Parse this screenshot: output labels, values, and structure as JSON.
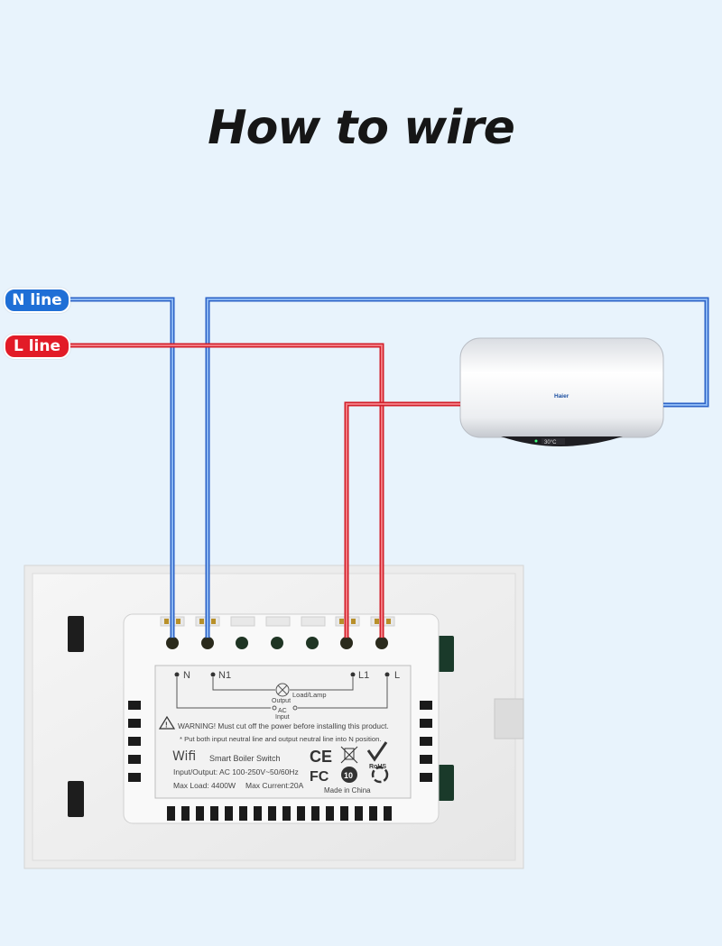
{
  "title": "How to wire",
  "wires": {
    "n_label": "N line",
    "l_label": "L line",
    "n_color": "#3b7fdc",
    "l_color": "#e4323c"
  },
  "heater": {
    "brand": "Haier",
    "display": "30°C"
  },
  "switch": {
    "terminal_n": "N",
    "terminal_n1": "N1",
    "terminal_l1": "L1",
    "terminal_l": "L",
    "load_label": "Load/Lamp",
    "output_label": "Output",
    "ac_label": "AC",
    "input_label": "Input",
    "warning": "WARNING! Must cut off the power before installing this product.",
    "note": "* Put both input neutral line and output neutral line into N position.",
    "wifi": "Wifi",
    "product_name": "Smart Boiler Switch",
    "io_spec": "Input/Output: AC 100-250V~50/60Hz",
    "max_load": "Max Load: 4400W",
    "max_current": "Max Current:20A",
    "made_in": "Made in China",
    "ce": "CE",
    "fc": "FC",
    "rohs": "RoHS",
    "years": "10"
  }
}
